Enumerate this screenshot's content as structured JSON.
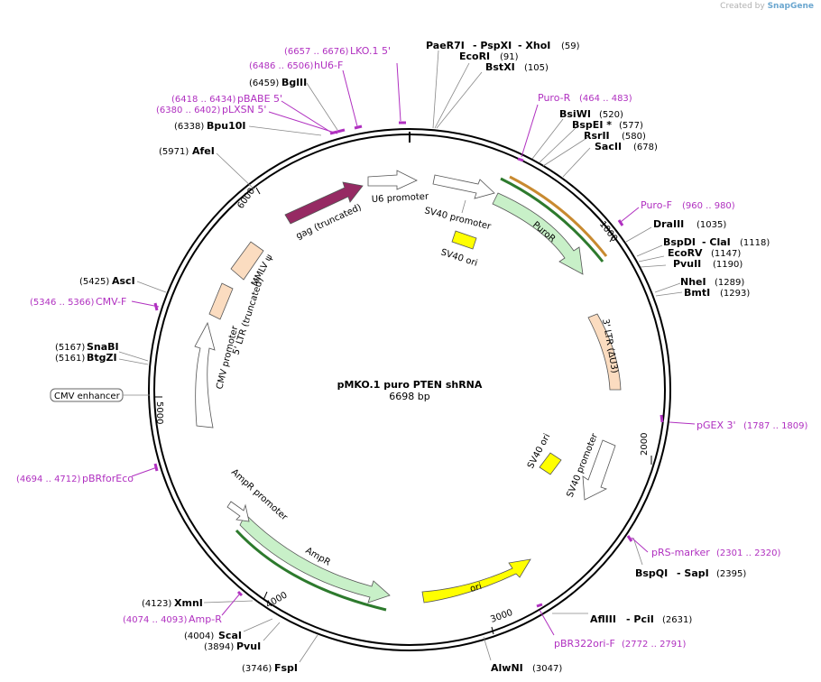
{
  "credit": {
    "prefix": "Created by",
    "brand": "SnapGene"
  },
  "title": "pMKO.1 puro PTEN shRNA",
  "size": "6698 bp",
  "ticks": [
    "1000",
    "2000",
    "3000",
    "4000",
    "5000",
    "6000"
  ],
  "enzymes": [
    {
      "name": "PaeR7I",
      "pos": "(59)"
    },
    {
      "name": "- PspXI",
      "pos": ""
    },
    {
      "name": "- XhoI",
      "pos": ""
    },
    {
      "name": "EcoRI",
      "pos": "(91)"
    },
    {
      "name": "BstXI",
      "pos": "(105)"
    },
    {
      "name": "BsiWI",
      "pos": "(520)"
    },
    {
      "name": "BspEI *",
      "pos": "(577)"
    },
    {
      "name": "RsrII",
      "pos": "(580)"
    },
    {
      "name": "SacII",
      "pos": "(678)"
    },
    {
      "name": "DraIII",
      "pos": "(1035)"
    },
    {
      "name": "BspDI",
      "pos": ""
    },
    {
      "name": "- ClaI",
      "pos": "(1118)"
    },
    {
      "name": "EcoRV",
      "pos": "(1147)"
    },
    {
      "name": "PvuII",
      "pos": "(1190)"
    },
    {
      "name": "NheI",
      "pos": "(1289)"
    },
    {
      "name": "BmtI",
      "pos": "(1293)"
    },
    {
      "name": "BspQI",
      "pos": ""
    },
    {
      "name": "- SapI",
      "pos": "(2395)"
    },
    {
      "name": "AflIII",
      "pos": ""
    },
    {
      "name": "- PciI",
      "pos": "(2631)"
    },
    {
      "name": "AlwNI",
      "pos": "(3047)"
    },
    {
      "name": "FspI",
      "pos": "(3746)"
    },
    {
      "name": "PvuI",
      "pos": "(3894)"
    },
    {
      "name": "ScaI",
      "pos": "(4004)"
    },
    {
      "name": "XmnI",
      "pos": "(4123)"
    },
    {
      "name": "BtgZI",
      "pos": "(5161)"
    },
    {
      "name": "SnaBI",
      "pos": "(5167)"
    },
    {
      "name": "AscI",
      "pos": "(5425)"
    },
    {
      "name": "AfeI",
      "pos": "(5971)"
    },
    {
      "name": "Bpu10I",
      "pos": "(6338)"
    },
    {
      "name": "BglII",
      "pos": "(6459)"
    }
  ],
  "primers": [
    {
      "name": "LKO.1 5'",
      "range": "(6657 .. 6676)"
    },
    {
      "name": "hU6-F",
      "range": "(6486 .. 6506)"
    },
    {
      "name": "pBABE 5'",
      "range": "(6418 .. 6434)"
    },
    {
      "name": "pLXSN 5'",
      "range": "(6380 .. 6402)"
    },
    {
      "name": "Puro-R",
      "range": "(464 .. 483)"
    },
    {
      "name": "Puro-F",
      "range": "(960 .. 980)"
    },
    {
      "name": "pGEX 3'",
      "range": "(1787 .. 1809)"
    },
    {
      "name": "pRS-marker",
      "range": "(2301 .. 2320)"
    },
    {
      "name": "pBR322ori-F",
      "range": "(2772 .. 2791)"
    },
    {
      "name": "Amp-R",
      "range": "(4074 .. 4093)"
    },
    {
      "name": "pBRforEco",
      "range": "(4694 .. 4712)"
    },
    {
      "name": "CMV-F",
      "range": "(5346 .. 5366)"
    }
  ],
  "features": {
    "u6_promoter": "U6 promoter",
    "sv40_promoter_top": "SV40 promoter",
    "sv40_ori_top": "SV40 ori",
    "puror": "PuroR",
    "gag": "gag (truncated)",
    "mmlv": "MMLV ψ",
    "ltr5": "5' LTR (truncated)",
    "cmv_promoter": "CMV promoter",
    "cmv_enhancer": "CMV enhancer",
    "ltr3": "3' LTR (ΔU3)",
    "sv40_ori_right": "SV40 ori",
    "sv40_promoter_right": "SV40 promoter",
    "ampr_promoter": "AmpR promoter",
    "ampr": "AmpR",
    "ori": "ori"
  },
  "colors": {
    "backbone": "#000000",
    "primer": "#b030c0",
    "puror": "#c8f0c8",
    "gag": "#962a63",
    "ltr": "#fbdcc0",
    "ori": "#ffff00",
    "promoter": "#ffffff"
  }
}
